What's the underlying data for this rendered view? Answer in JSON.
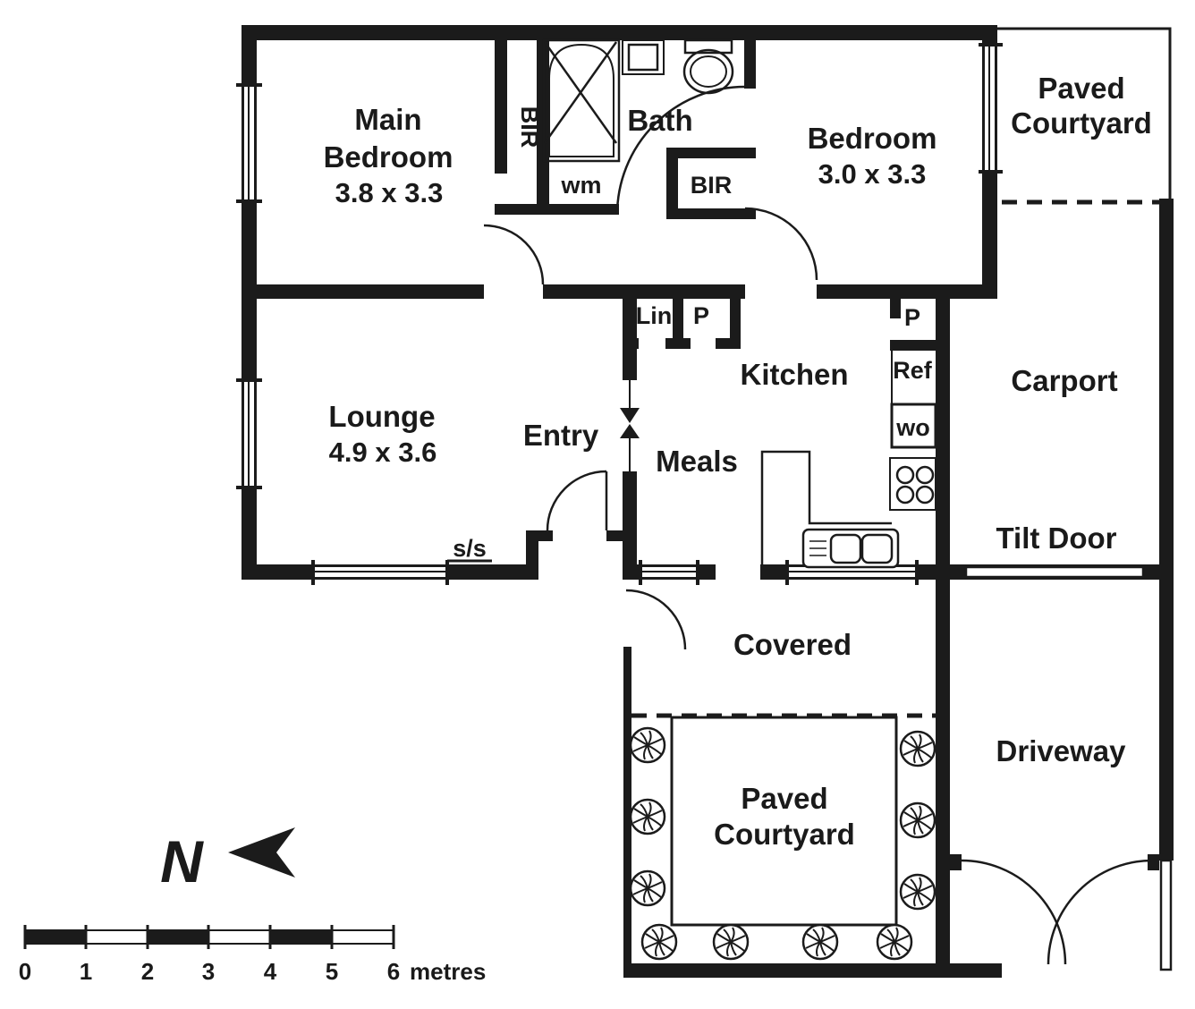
{
  "plan": {
    "rooms": {
      "main_bedroom": {
        "name_line1": "Main",
        "name_line2": "Bedroom",
        "dimensions": "3.8 x 3.3"
      },
      "bedroom": {
        "name": "Bedroom",
        "dimensions": "3.0 x 3.3"
      },
      "lounge": {
        "name": "Lounge",
        "dimensions": "4.9 x 3.6"
      },
      "bath": {
        "name": "Bath"
      },
      "kitchen": {
        "name": "Kitchen"
      },
      "meals": {
        "name": "Meals"
      },
      "entry": {
        "name": "Entry"
      },
      "carport": {
        "name": "Carport"
      },
      "covered": {
        "name": "Covered"
      },
      "paved_courtyard_top": {
        "name_line1": "Paved",
        "name_line2": "Courtyard"
      },
      "paved_courtyard_bottom": {
        "name_line1": "Paved",
        "name_line2": "Courtyard"
      },
      "driveway": {
        "name": "Driveway"
      }
    },
    "fixtures": {
      "bir_main": "BIR",
      "bir_bedroom": "BIR",
      "washing_machine": "wm",
      "linen": "Lin",
      "pantry_hall": "P",
      "pantry_kitchen": "P",
      "refrigerator": "Ref",
      "wall_oven": "wo",
      "security_screen": "s/s",
      "tilt_door": "Tilt Door"
    },
    "compass": {
      "north_label": "N"
    },
    "scale_bar": {
      "ticks": [
        "0",
        "1",
        "2",
        "3",
        "4",
        "5",
        "6"
      ],
      "unit": "metres"
    },
    "colors": {
      "wall": "#1b1b1b",
      "background": "#ffffff"
    }
  }
}
